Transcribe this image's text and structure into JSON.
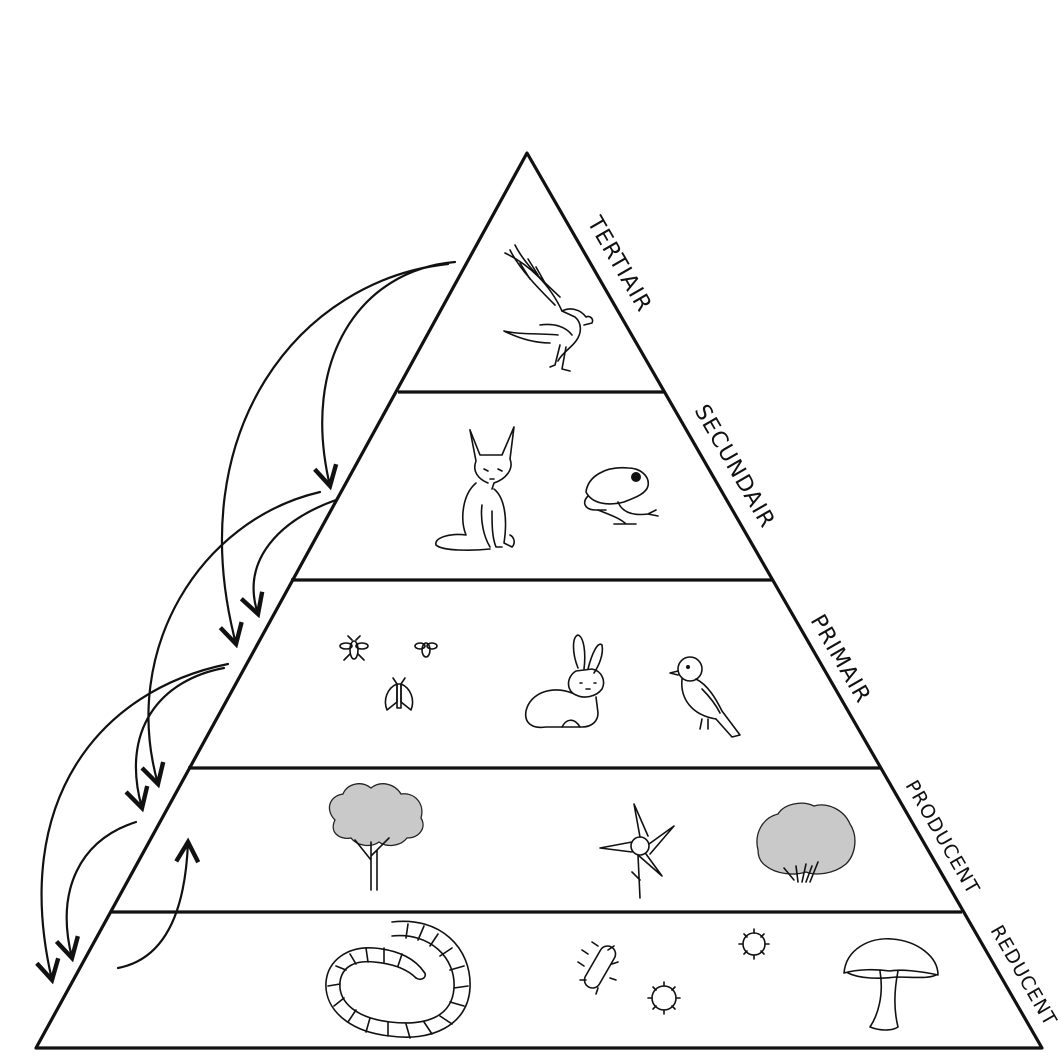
{
  "diagram": {
    "type": "food-pyramid",
    "levels": [
      {
        "key": "tertiary",
        "label": "TERTIAIR",
        "organisms": [
          "eagle-icon"
        ]
      },
      {
        "key": "secondary",
        "label": "SECUNDAIR",
        "organisms": [
          "fox-icon",
          "frog-icon"
        ]
      },
      {
        "key": "primary",
        "label": "PRIMAIR",
        "organisms": [
          "insect-icon",
          "moth-icon",
          "rabbit-icon",
          "bird-icon"
        ]
      },
      {
        "key": "producer",
        "label": "PRODUCENT",
        "organisms": [
          "tree-icon",
          "flower-icon",
          "shrub-icon"
        ]
      },
      {
        "key": "decomposer",
        "label": "REDUCENT",
        "organisms": [
          "worm-icon",
          "bacteria-icon",
          "mushroom-icon"
        ]
      }
    ],
    "arrows": [
      {
        "from": "tertiary",
        "to": "secondary"
      },
      {
        "from": "tertiary",
        "to": "primary"
      },
      {
        "from": "secondary",
        "to": "primary"
      },
      {
        "from": "secondary",
        "to": "producer"
      },
      {
        "from": "primary",
        "to": "producer"
      },
      {
        "from": "primary",
        "to": "decomposer"
      },
      {
        "from": "producer",
        "to": "decomposer"
      },
      {
        "from": "decomposer",
        "to": "producer"
      }
    ],
    "colors": {
      "line": "#111111",
      "background": "#ffffff",
      "shade": "#c9c9c9"
    }
  }
}
